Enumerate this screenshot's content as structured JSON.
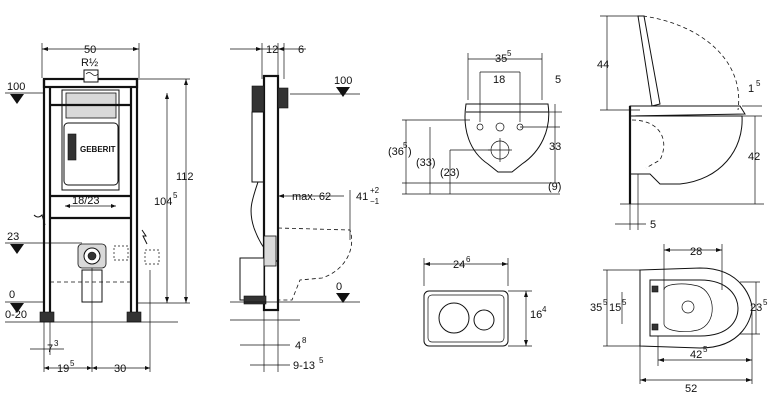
{
  "front_view": {
    "width": "50",
    "connection": "R½",
    "level_100": "100",
    "inner_width": "18/23",
    "height_total": "112",
    "height_frame": "104",
    "height_frame_frac": "5",
    "level_23": "23",
    "level_0": "0",
    "floor_range": "0-20",
    "dim_7": "7",
    "dim_7_frac": "3",
    "dim_19": "19",
    "dim_19_frac": "5",
    "dim_30": "30",
    "brand": "GEBERIT"
  },
  "side_view": {
    "dim_12": "12",
    "dim_6": "6",
    "level_100": "100",
    "max_62": "max. 62",
    "dim_41": "41",
    "dim_41_plus": "+2",
    "dim_41_minus": "−1",
    "level_0": "0",
    "dim_4": "4",
    "dim_4_frac": "8",
    "dim_9_13": "9-13",
    "dim_9_13_frac": "5"
  },
  "bowl_rear": {
    "dim_35": "35",
    "dim_35_frac": "5",
    "dim_18": "18",
    "dim_5": "5",
    "dim_33": "33",
    "dim_36": "(36",
    "dim_36_frac": "5",
    "dim_36_close": ")",
    "dim_33p": "(33)",
    "dim_23p": "(23)",
    "dim_9p": "(9)"
  },
  "bowl_side": {
    "dim_44": "44",
    "dim_1": "1",
    "dim_1_frac": "5",
    "dim_42": "42",
    "dim_5": "5"
  },
  "plate": {
    "width": "24",
    "width_frac": "6",
    "height": "16",
    "height_frac": "4"
  },
  "bowl_top": {
    "dim_28": "28",
    "dim_35": "35",
    "dim_35_frac": "5",
    "dim_15": "15",
    "dim_15_frac": "5",
    "dim_23": "23",
    "dim_23_frac": "5",
    "dim_42": "42",
    "dim_42_frac": "5",
    "dim_52": "52"
  }
}
